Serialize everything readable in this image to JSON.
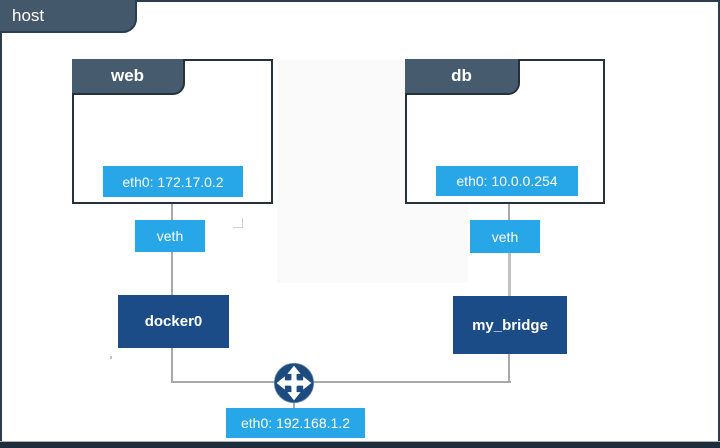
{
  "host": {
    "label": "host"
  },
  "containers": {
    "web": {
      "title": "web",
      "interface": "eth0: 172.17.0.2",
      "veth": "veth",
      "bridge": "docker0"
    },
    "db": {
      "title": "db",
      "interface": "eth0: 10.0.0.254",
      "veth": "veth",
      "bridge": "my_bridge"
    }
  },
  "host_interface": {
    "label": "eth0: 192.168.1.2"
  },
  "icons": {
    "router": "router-cross-arrows-icon"
  },
  "colors": {
    "accent_blue": "#27a7e8",
    "navy": "#1b4c88",
    "circle_navy": "#1d4b80",
    "slate": "#475b6f",
    "slate_dark": "#44586c",
    "frame": "#2c3e4e",
    "box_border": "#25323e",
    "line": "#a9a9a9",
    "bottom_bar": "#1d2d3a"
  }
}
